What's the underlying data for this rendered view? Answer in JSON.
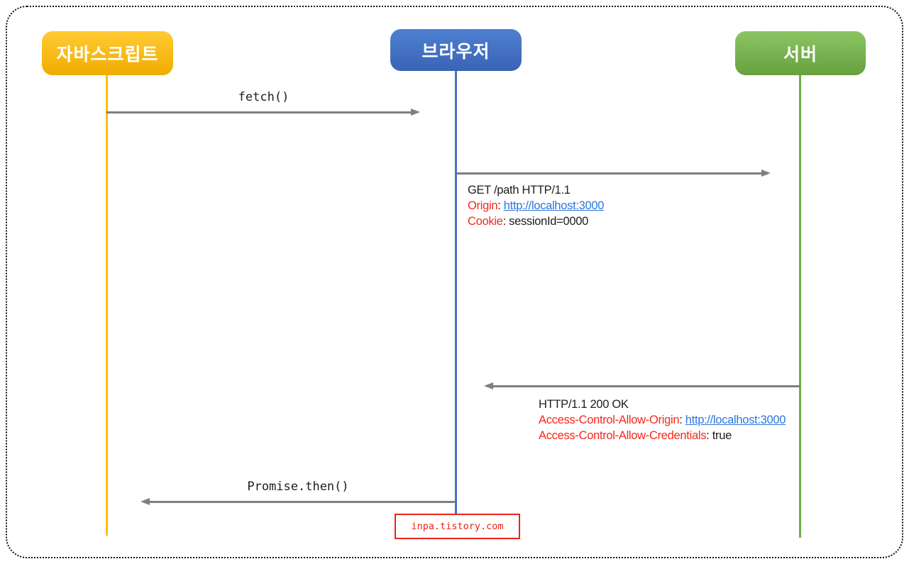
{
  "colors": {
    "gold": "#FFC000",
    "gold-light": "#FFCB33",
    "gold-dark": "#F0AC00",
    "blue": "#4472C4",
    "blue-light": "#4E80D1",
    "blue-dark": "#3A63B5",
    "green": "#70AD47",
    "green-light": "#8CC565",
    "green-dark": "#67A03E",
    "arrow": "#7F7F7F",
    "red": "#F7271C",
    "link": "#2B76DC",
    "text": "#202020",
    "watermark-red": "#E9241C",
    "border": "#111111"
  },
  "actors": [
    {
      "label": "자바스크립트"
    },
    {
      "label": "브라우저"
    },
    {
      "label": "서버"
    }
  ],
  "messages": {
    "fetch": {
      "label": "fetch()"
    },
    "request": {
      "line1": "GET /path HTTP/1.1",
      "origin_key": "Origin",
      "sep": ": ",
      "origin_value": "http://localhost:3000",
      "cookie_key": "Cookie",
      "cookie_value": "sessionId=0000"
    },
    "response": {
      "line1": "HTTP/1.1 200 OK",
      "acao_key": "Access-Control-Allow-Origin",
      "sep": ": ",
      "acao_value": "http://localhost:3000",
      "acac_key": "Access-Control-Allow-Credentials",
      "acac_value": "true"
    },
    "promise": {
      "label": "Promise.then()"
    }
  },
  "watermark": {
    "text": "inpa.tistory.com"
  }
}
